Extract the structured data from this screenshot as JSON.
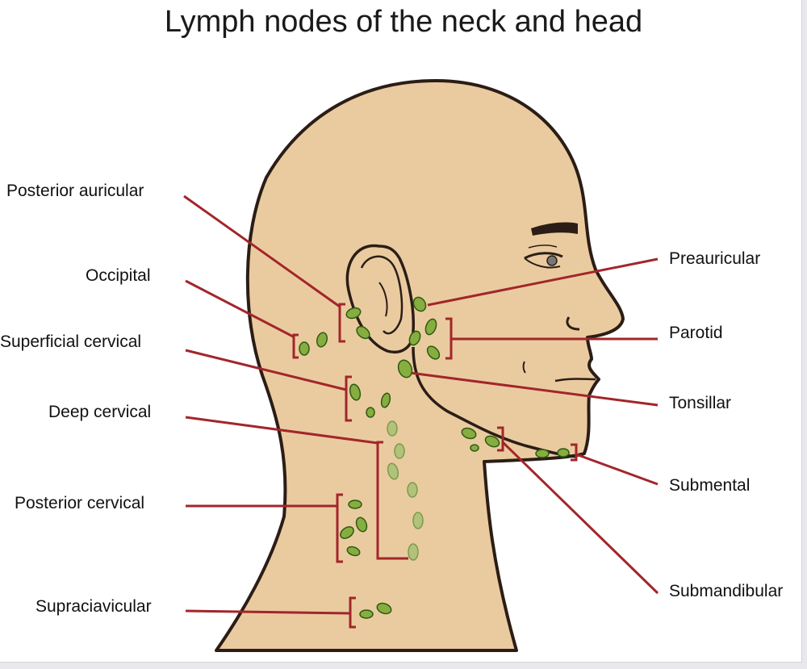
{
  "title": "Lymph nodes of the neck and head",
  "colors": {
    "skin": "#eacba0",
    "outline": "#2b1d16",
    "leader_line": "#a2262a",
    "node_fill": "#86ad3f",
    "node_stroke": "#2e5a12",
    "background": "#ffffff"
  },
  "labels": {
    "posterior_auricular": "Posterior auricular",
    "occipital": "Occipital",
    "superficial_cervical": "Superficial cervical",
    "deep_cervical": "Deep cervical",
    "posterior_cervical": "Posterior cervical",
    "supraclavicular": "Supraciavicular",
    "preauricular": "Preauricular",
    "parotid": "Parotid",
    "tonsillar": "Tonsillar",
    "submental": "Submental",
    "submandibular": "Submandibular"
  }
}
